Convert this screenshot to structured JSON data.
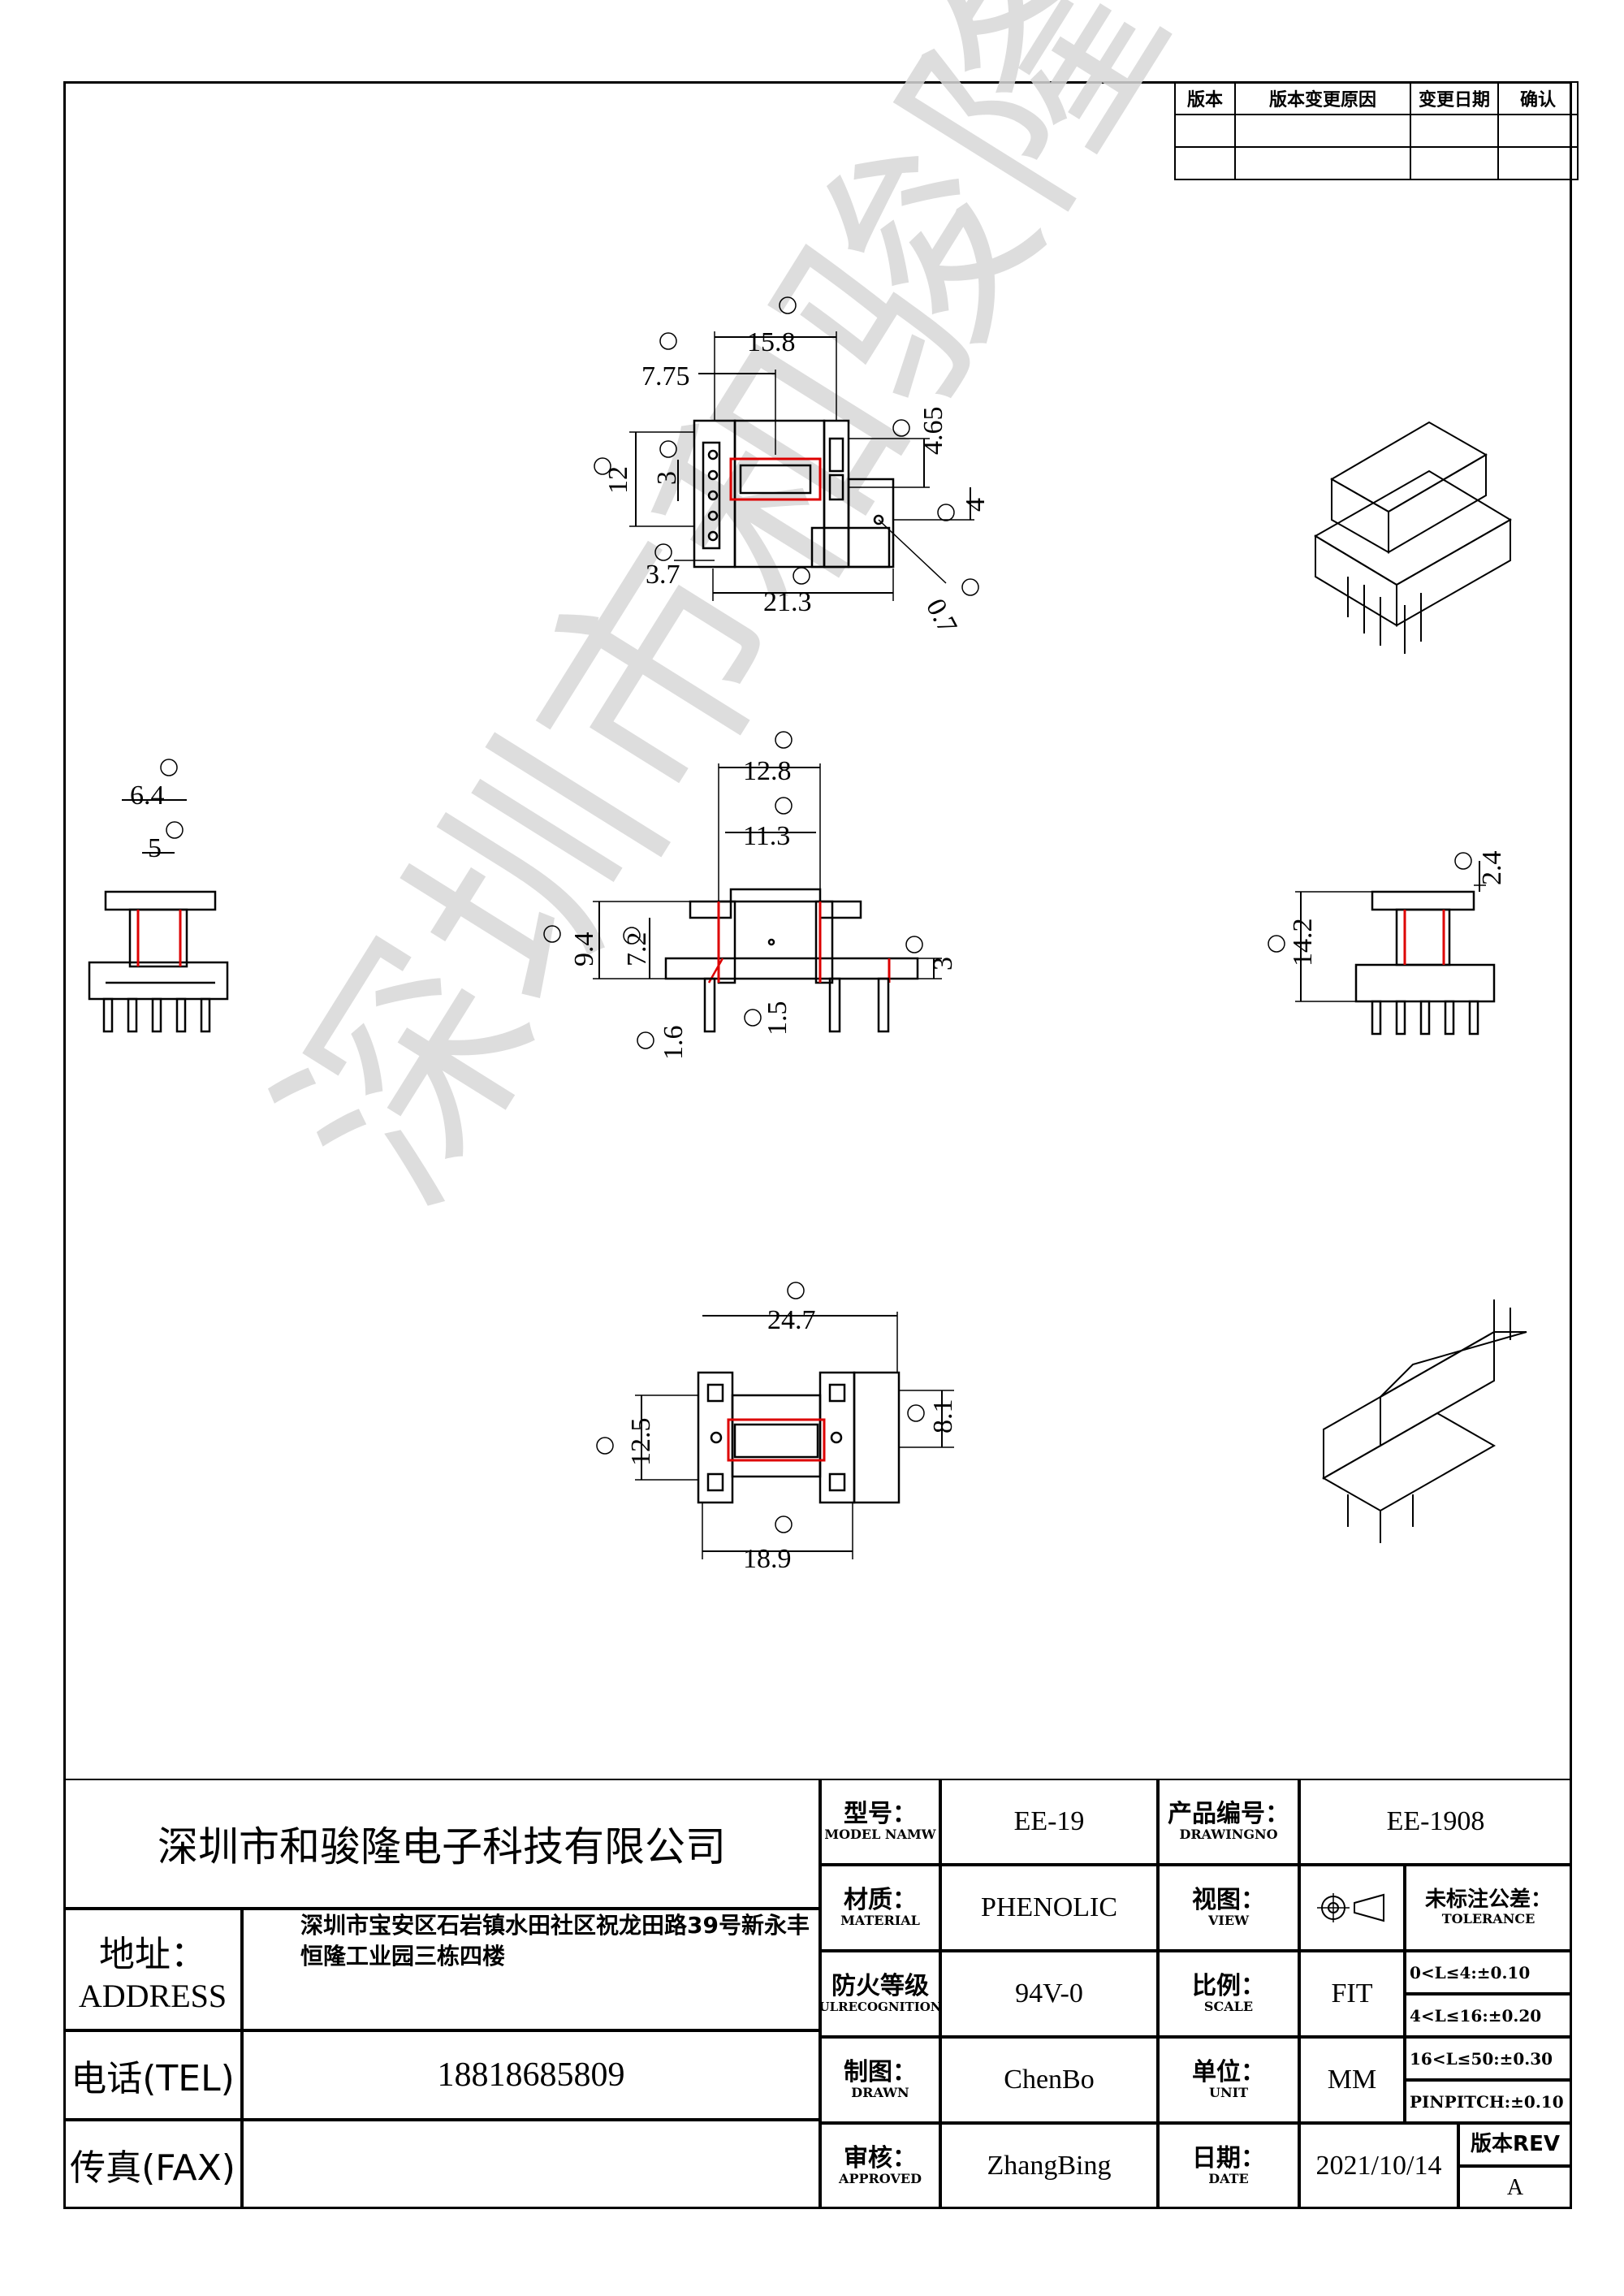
{
  "revision_table": {
    "headers": [
      "版本",
      "版本变更原因",
      "变更日期",
      "确认"
    ]
  },
  "watermark": "深圳市和骏隆电子",
  "dimensions": {
    "A": "15.8",
    "B": "7.75",
    "C": "12",
    "D": "3",
    "E": "3.7",
    "F": "21.3",
    "H": "4.65",
    "I": "4",
    "J": "0.7",
    "K": "6.4",
    "L": "5",
    "M": "12.8",
    "N": "11.3",
    "O": "9.4",
    "P": "7.2",
    "Q": "1.6",
    "R": "1.5",
    "S": "3",
    "T": "14.2",
    "U": "2.4",
    "V": "12.5",
    "W": "24.7",
    "X": "8.1",
    "Y": "18.9"
  },
  "title_block": {
    "company": "深圳市和骏隆电子科技有限公司",
    "address_label_cn": "地址：",
    "address_label_en": "ADDRESS",
    "address_line1": "深圳市宝安区石岩镇水田社区祝龙田路39号新永丰",
    "address_line2": "恒隆工业园三栋四楼",
    "tel_label": "电话(TEL)",
    "tel": "18818685809",
    "fax_label": "传真(FAX)",
    "fax": "",
    "model_label_cn": "型号：",
    "model_label_en": "MODEL NAMW",
    "model": "EE-19",
    "drawingno_label_cn": "产品编号：",
    "drawingno_label_en": "DRAWINGNO",
    "drawingno": "EE-1908",
    "material_label_cn": "材质：",
    "material_label_en": "MATERIAL",
    "material": "PHENOLIC",
    "view_label_cn": "视图：",
    "view_label_en": "VIEW",
    "tolerance_label_cn": "未标注公差：",
    "tolerance_label_en": "TOLERANCE",
    "tolerance_rows": [
      "0<L≤4:±0.10",
      "4<L≤16:±0.20",
      "16<L≤50:±0.30",
      "PINPITCH:±0.10"
    ],
    "fire_label_cn": "防火等级",
    "fire_label_en": "ULRECOGNITION",
    "fire": "94V-0",
    "scale_label_cn": "比例：",
    "scale_label_en": "SCALE",
    "scale": "FIT",
    "drawn_label_cn": "制图：",
    "drawn_label_en": "DRAWN",
    "drawn": "ChenBo",
    "unit_label_cn": "单位：",
    "unit_label_en": "UNIT",
    "unit": "MM",
    "approved_label_cn": "审核：",
    "approved_label_en": "APPROVED",
    "approved": "ZhangBing",
    "date_label_cn": "日期：",
    "date_label_en": "DATE",
    "date": "2021/10/14",
    "rev_label": "版本REV",
    "rev": "A"
  }
}
